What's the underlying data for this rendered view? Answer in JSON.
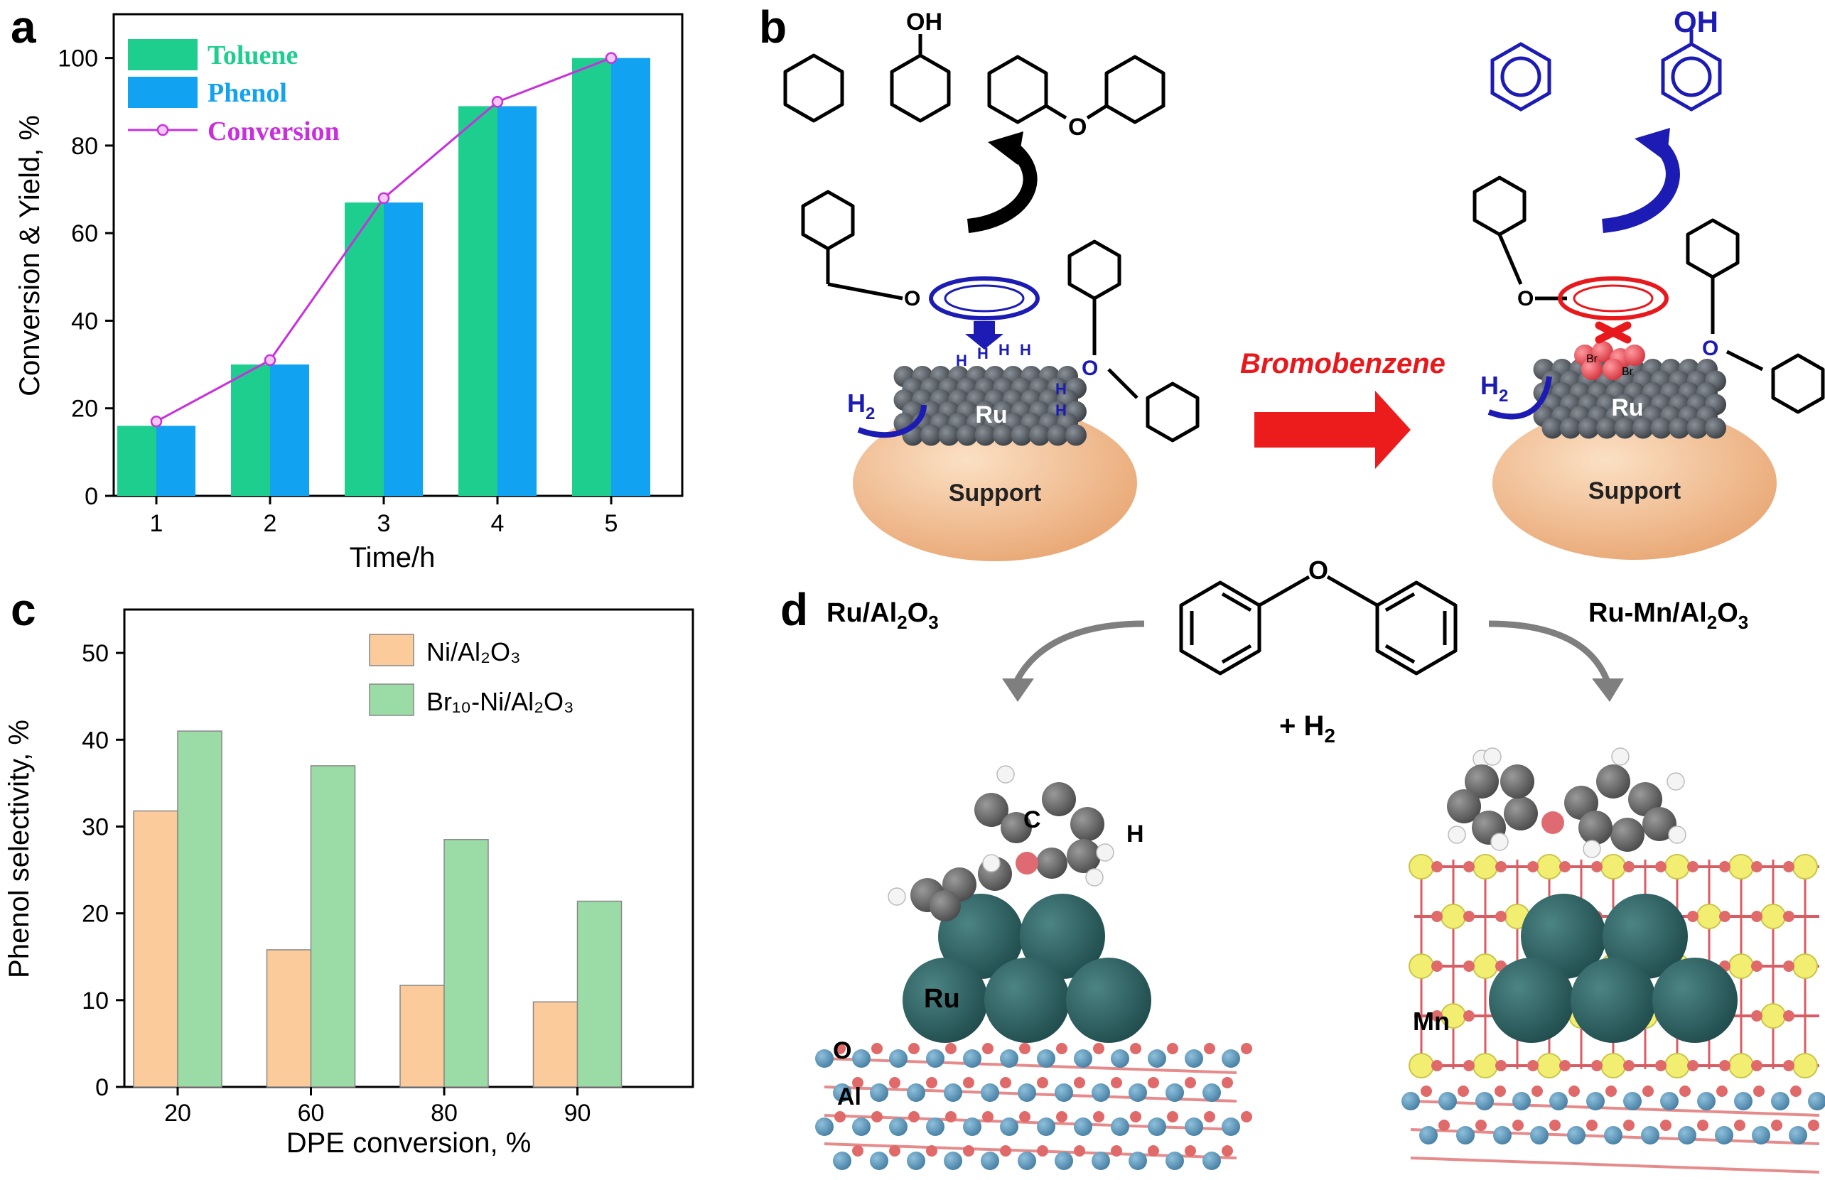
{
  "panels": {
    "a": "a",
    "b": "b",
    "c": "c",
    "d": "d"
  },
  "chart_data": [
    {
      "type": "bar",
      "panel": "a",
      "categories": [
        "1",
        "2",
        "3",
        "4",
        "5"
      ],
      "series": [
        {
          "name": "Toluene",
          "values": [
            16,
            30,
            67,
            89,
            100
          ],
          "color": "#1dce8f"
        },
        {
          "name": "Phenol",
          "values": [
            16,
            30,
            67,
            89,
            100
          ],
          "color": "#12a2f2"
        }
      ],
      "line": {
        "name": "Conversion",
        "values": [
          17,
          31,
          68,
          90,
          100
        ],
        "color": "#c830dc"
      },
      "xlabel": "Time/h",
      "ylabel": "Conversion & Yield, %",
      "ylim": [
        0,
        110
      ],
      "yticks": [
        0,
        20,
        40,
        60,
        80,
        100
      ],
      "legend": "top-left"
    },
    {
      "type": "bar",
      "panel": "c",
      "categories": [
        "20",
        "60",
        "80",
        "90"
      ],
      "series": [
        {
          "name": "Ni/Al₂O₃",
          "values": [
            31.8,
            15.8,
            11.7,
            9.8
          ],
          "color": "#fccb9b"
        },
        {
          "name": "Br₁₀-Ni/Al₂O₃",
          "values": [
            41.0,
            37.0,
            28.5,
            21.4
          ],
          "color": "#9bdca6"
        }
      ],
      "xlabel": "DPE conversion, %",
      "ylabel": "Phenol selectivity, %",
      "ylim": [
        0,
        55
      ],
      "yticks": [
        0,
        10,
        20,
        30,
        40,
        50
      ],
      "legend": "top-right"
    }
  ],
  "scheme_b": {
    "oh_left": "OH",
    "oh_right": "OH",
    "h2_left": "H",
    "h2_left_sub": "2",
    "h2_right": "H",
    "h2_right_sub": "2",
    "ru_left": "Ru",
    "ru_right": "Ru",
    "support_left": "Support",
    "support_right": "Support",
    "arrow_label": "Bromobenzene",
    "br1": "Br",
    "br2": "Br",
    "o_label": "O",
    "h_label": "H"
  },
  "scheme_d": {
    "left_title": "Ru/Al",
    "left_title_sub": "2",
    "left_title_o": "O",
    "left_title_sub2": "3",
    "right_title": "Ru-Mn/Al",
    "right_title_sub": "2",
    "right_title_o": "O",
    "right_title_sub2": "3",
    "plus_h2": "+ H",
    "plus_h2_sub": "2",
    "dpe_o": "O",
    "label_c": "C",
    "label_h": "H",
    "label_ru": "Ru",
    "label_o": "O",
    "label_al": "Al",
    "label_mn": "Mn"
  }
}
